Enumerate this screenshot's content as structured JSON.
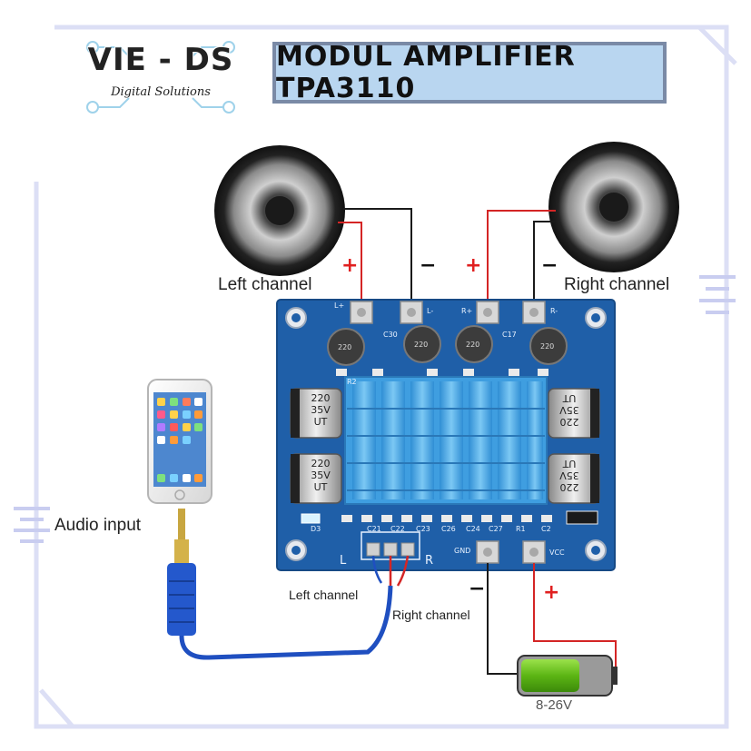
{
  "title": "MODUL AMPLIFIER TPA3110",
  "logo": {
    "brand": "VIE - DS",
    "tagline": "Digital Solutions"
  },
  "labels": {
    "left_channel_top": "Left channel",
    "right_channel_top": "Right channel",
    "audio_input": "Audio input",
    "left_channel_bottom": "Left channel",
    "right_channel_bottom": "Right channel",
    "voltage": "8-26V"
  },
  "signs": {
    "plus": "+",
    "minus": "−"
  },
  "pcb": {
    "terminal_labels": [
      "L+",
      "L-",
      "R+",
      "R-"
    ],
    "cap_small": "220",
    "cap_big": [
      "220",
      "35V",
      "UT"
    ],
    "input_side": {
      "left": "L",
      "right": "R"
    },
    "power_labels": {
      "gnd": "GND",
      "vcc": "VCC"
    },
    "component_labels": [
      "D3",
      "C21",
      "C22",
      "C23",
      "C26",
      "C24",
      "C27",
      "R1",
      "C2",
      "R2",
      "C30",
      "C17"
    ]
  },
  "colors": {
    "pcb": "#1f5fa8",
    "heatsink": "#4aa8e8",
    "wire_red": "#d42525",
    "wire_black": "#1a1a1a",
    "cable_blue": "#1f4fc0",
    "battery_green": "#6cc21e",
    "frame_lavender": "#d9dcf4"
  }
}
